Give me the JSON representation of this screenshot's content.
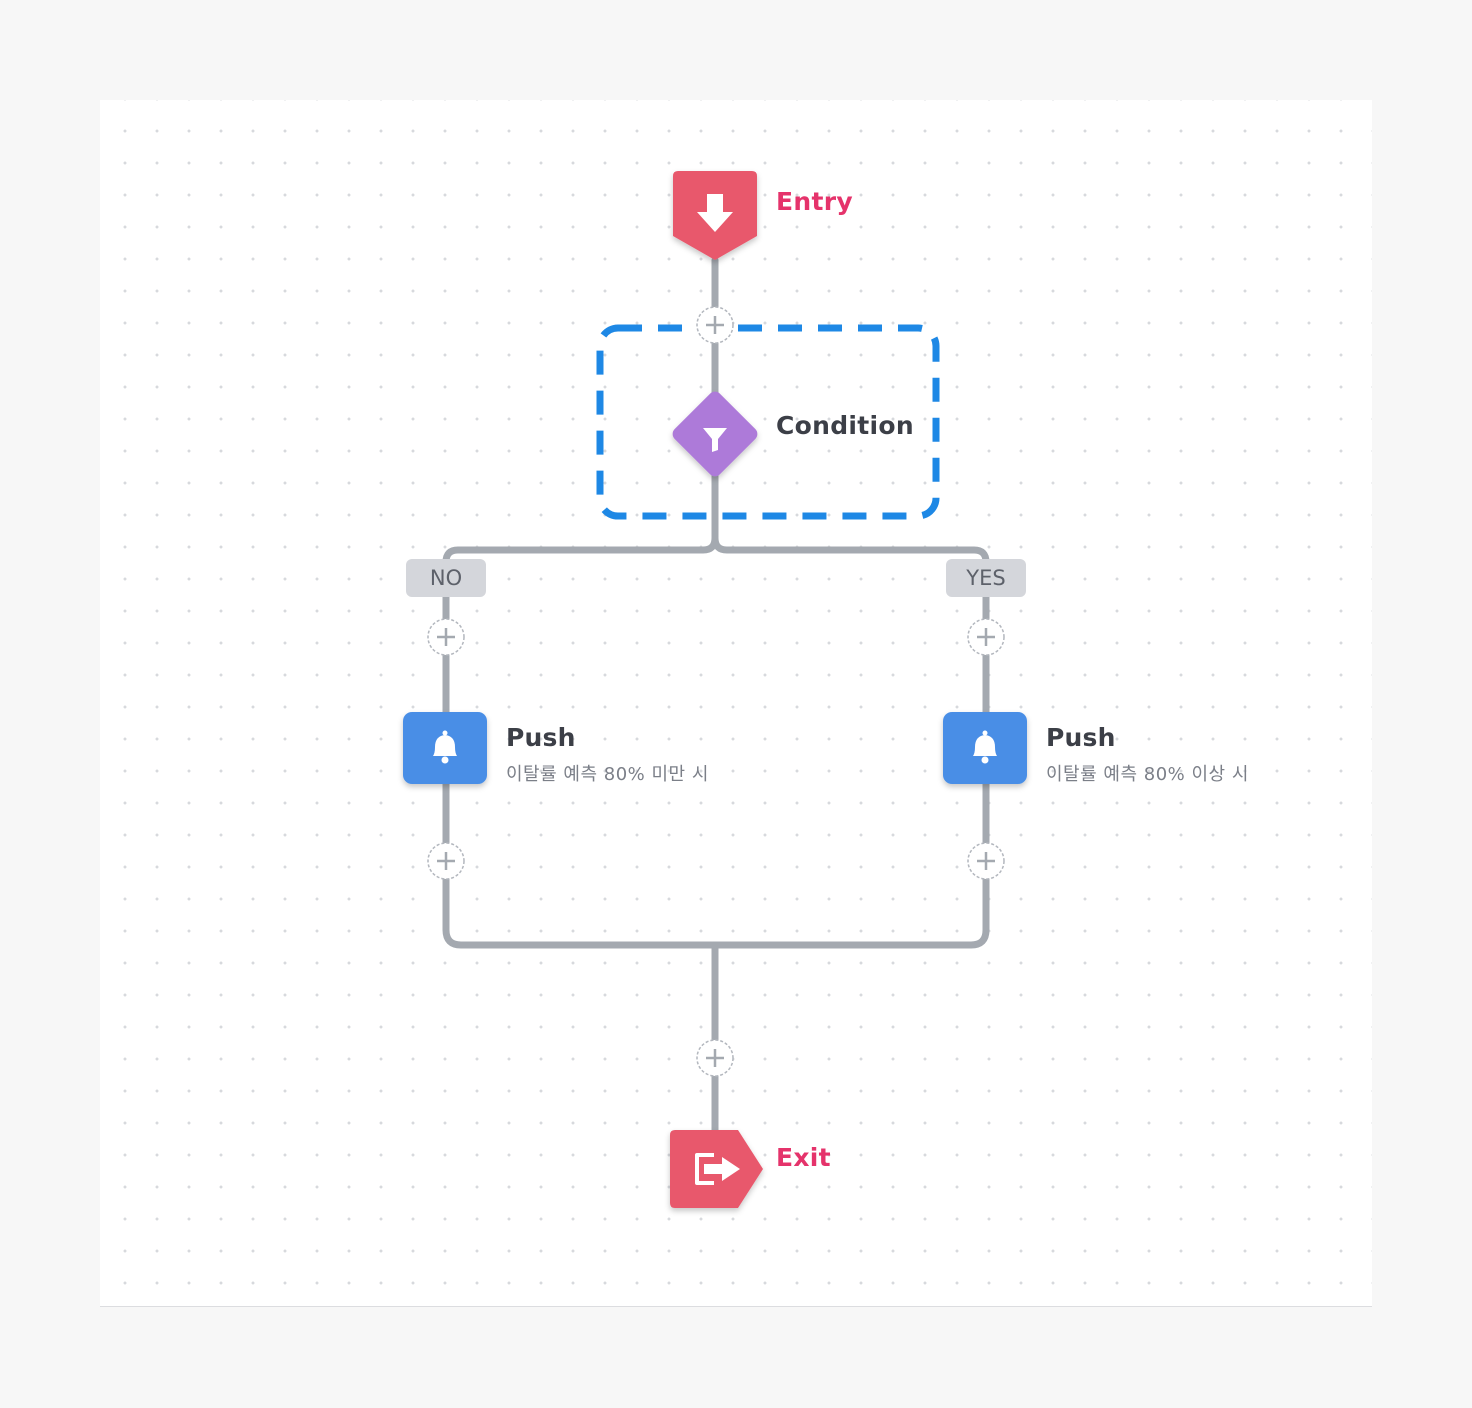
{
  "nodes": {
    "entry": {
      "label": "Entry",
      "icon": "arrow-down-icon"
    },
    "condition": {
      "label": "Condition",
      "icon": "filter-funnel-icon"
    },
    "push_no": {
      "title": "Push",
      "subtitle": "이탈률 예측 80% 미만 시",
      "icon": "bell-icon"
    },
    "push_yes": {
      "title": "Push",
      "subtitle": "이탈률 예측 80% 이상 시",
      "icon": "bell-icon"
    },
    "exit": {
      "label": "Exit",
      "icon": "exit-door-icon"
    }
  },
  "branches": {
    "no": "NO",
    "yes": "YES"
  },
  "colors": {
    "entry_exit": "#e8586c",
    "label_accent": "#e5336b",
    "condition": "#ad7ad9",
    "push": "#4a8ee6",
    "connector": "#a4a9b0",
    "selection": "#1e88e5",
    "branch_tag": "#d4d6db"
  }
}
